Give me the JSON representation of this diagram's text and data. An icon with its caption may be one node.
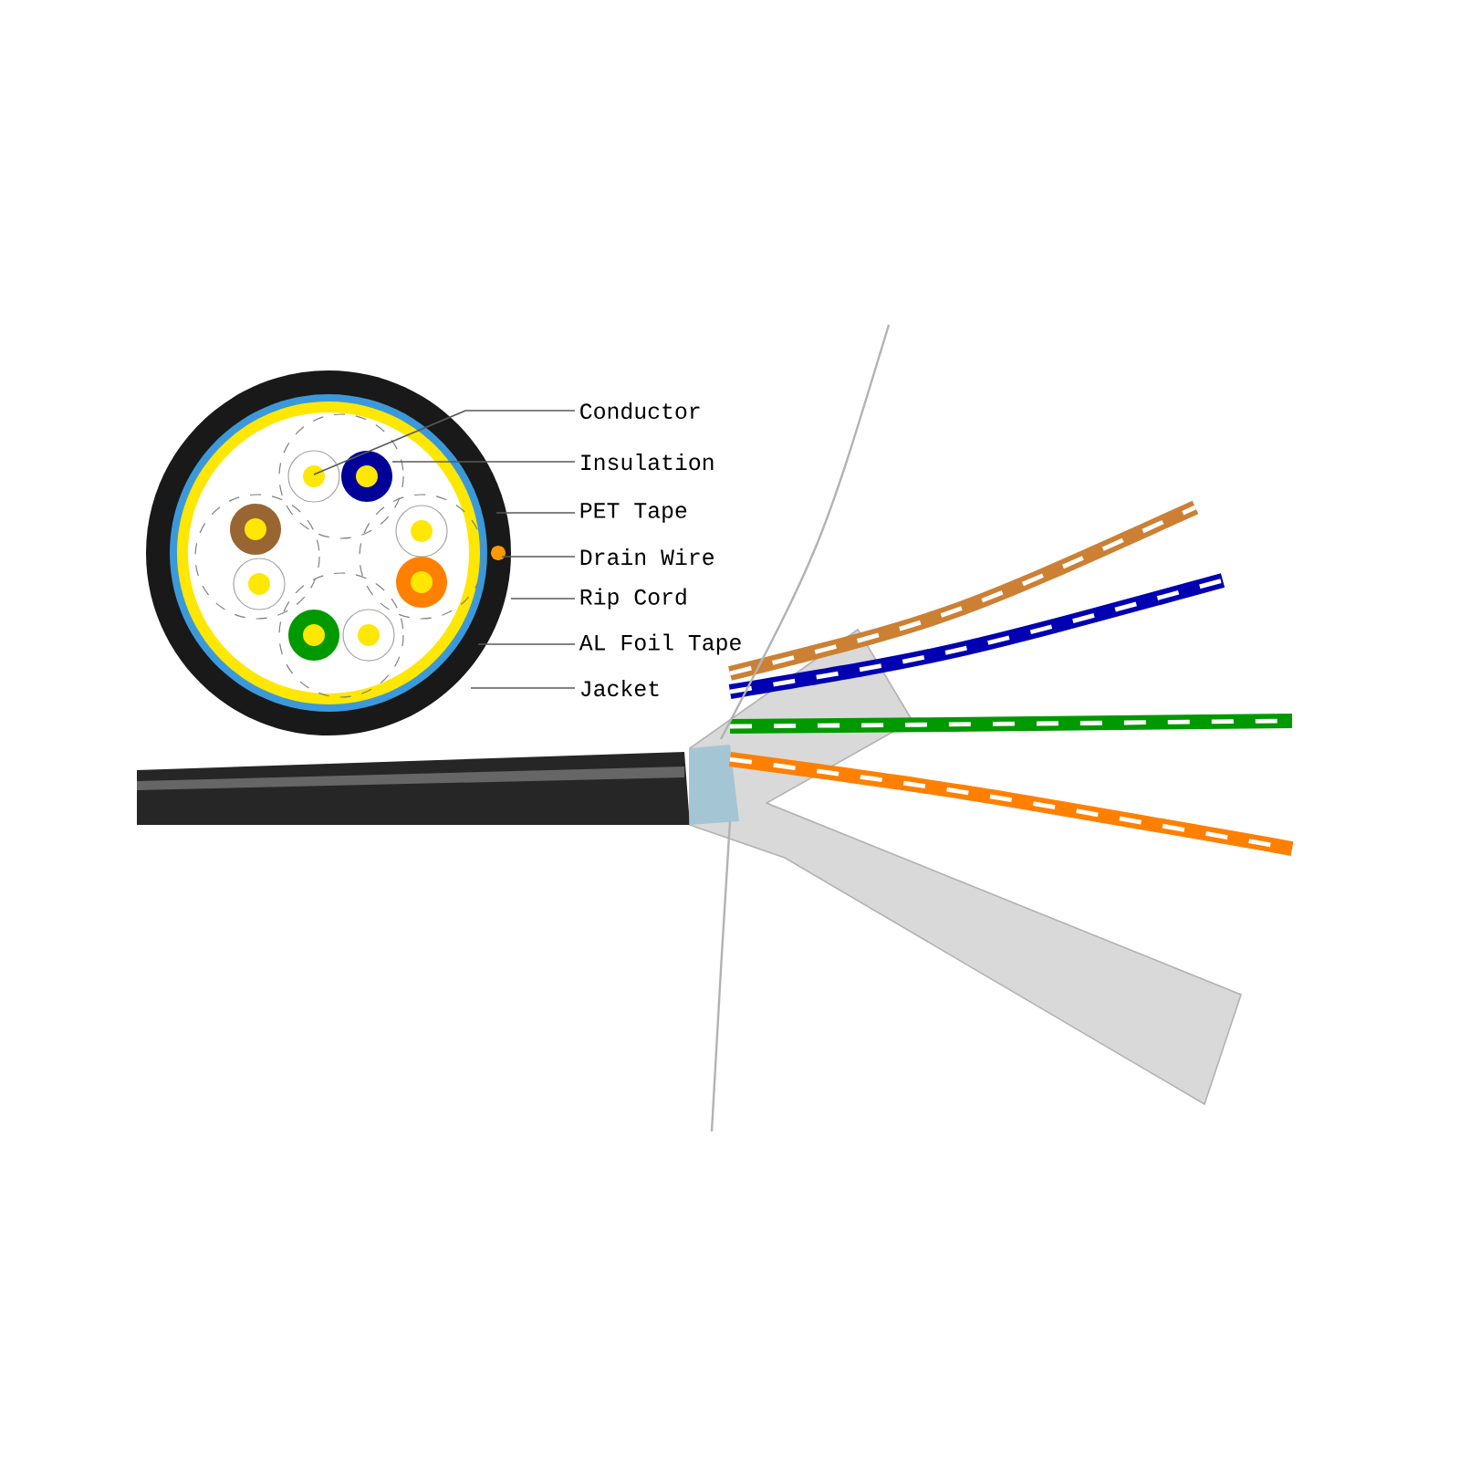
{
  "diagram": {
    "nodes": [
      {
        "text": [
          "Conductor"
        ]
      },
      {
        "text": [
          "Insulation"
        ]
      },
      {
        "text": [
          "PET Tape"
        ]
      },
      {
        "text": [
          "Drain Wire"
        ]
      },
      {
        "text": [
          "Rip Cord"
        ]
      },
      {
        "text": [
          "AL Foil Tape"
        ]
      },
      {
        "text": [
          "Jacket"
        ]
      }
    ],
    "edges": [
      {
        "from": 0,
        "to": null,
        "arrow": "none"
      },
      {
        "from": 1,
        "to": null,
        "arrow": "none"
      },
      {
        "from": 2,
        "to": null,
        "arrow": "none"
      },
      {
        "from": 3,
        "to": null,
        "arrow": "none"
      },
      {
        "from": 4,
        "to": null,
        "arrow": "none"
      },
      {
        "from": 5,
        "to": null,
        "arrow": "none"
      },
      {
        "from": 6,
        "to": null,
        "arrow": "none"
      }
    ]
  }
}
